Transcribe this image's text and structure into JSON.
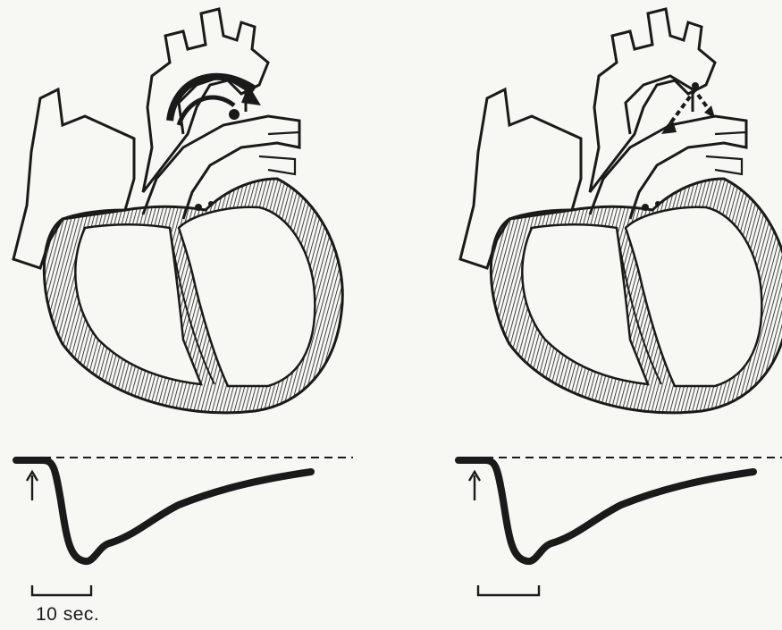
{
  "figure": {
    "panels": [
      {
        "id": "left",
        "curve": "dye-dilution",
        "scale_bar": true
      },
      {
        "id": "right",
        "curve": "dye-dilution",
        "scale_bar": true
      }
    ],
    "scale_bar_label": "10 sec.",
    "ink_color": "#1a1a1a",
    "paper_color": "#f7f7f4"
  }
}
